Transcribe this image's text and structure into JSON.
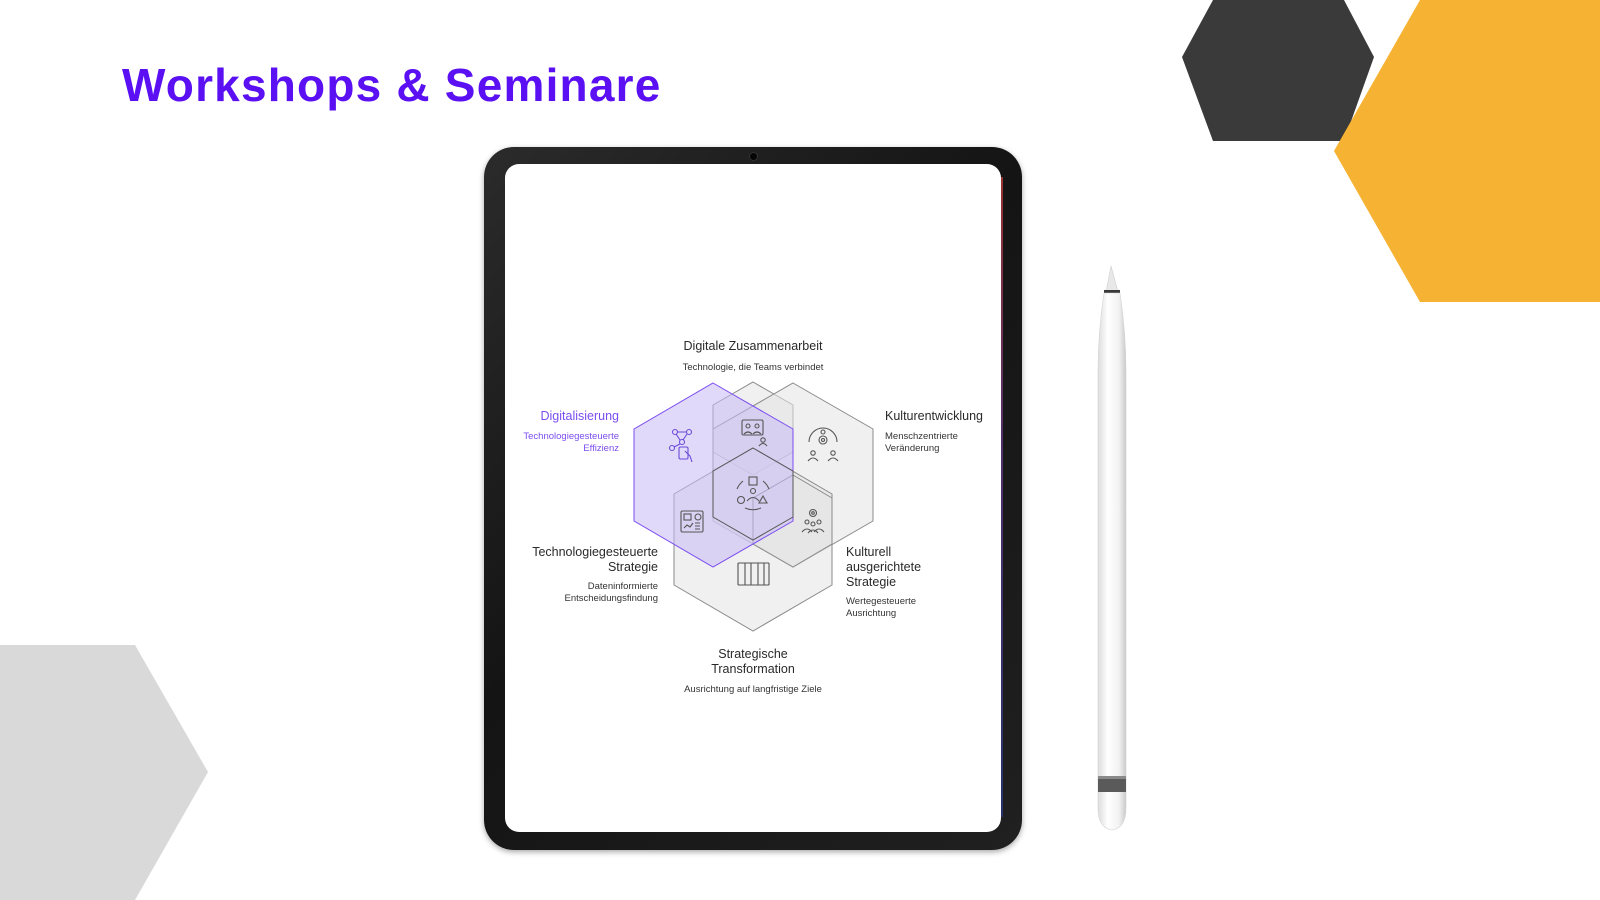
{
  "title": "Workshops & Seminare",
  "colors": {
    "title": "#5a10f2",
    "hex_dark": "#3a3a3a",
    "hex_yellow": "#f6b233",
    "hex_grey": "#d9d9d9",
    "accent": "#7b4df0",
    "diagram_fill": "#e4e4e4",
    "diagram_stroke": "#8a8a8a"
  },
  "diagram": {
    "top": {
      "title": "Digitale Zusammenarbeit",
      "subtitle": "Technologie, die Teams verbindet",
      "icon": "team-screen-icon"
    },
    "upper_left": {
      "title": "Digitalisierung",
      "subtitle_line1": "Technologiegesteuerte",
      "subtitle_line2": "Effizienz",
      "icon": "network-touch-icon",
      "highlighted": true
    },
    "upper_right": {
      "title": "Kulturentwicklung",
      "subtitle_line1": "Menschzentrierte",
      "subtitle_line2": "Veränderung",
      "icon": "people-gear-icon"
    },
    "center": {
      "icon": "shapes-people-icon"
    },
    "lower_left": {
      "title_line1": "Technologiegesteuerte",
      "title_line2": "Strategie",
      "subtitle_line1": "Dateninformierte",
      "subtitle_line2": "Entscheidungsfindung",
      "icon": "dashboard-icon"
    },
    "lower_right": {
      "title_line1": "Kulturell",
      "title_line2": "ausgerichtete",
      "title_line3": "Strategie",
      "subtitle_line1": "Wertegesteuerte",
      "subtitle_line2": "Ausrichtung",
      "icon": "group-gear-icon"
    },
    "bottom": {
      "title_line1": "Strategische",
      "title_line2": "Transformation",
      "subtitle": "Ausrichtung auf langfristige Ziele",
      "icon": "pillars-icon"
    }
  }
}
